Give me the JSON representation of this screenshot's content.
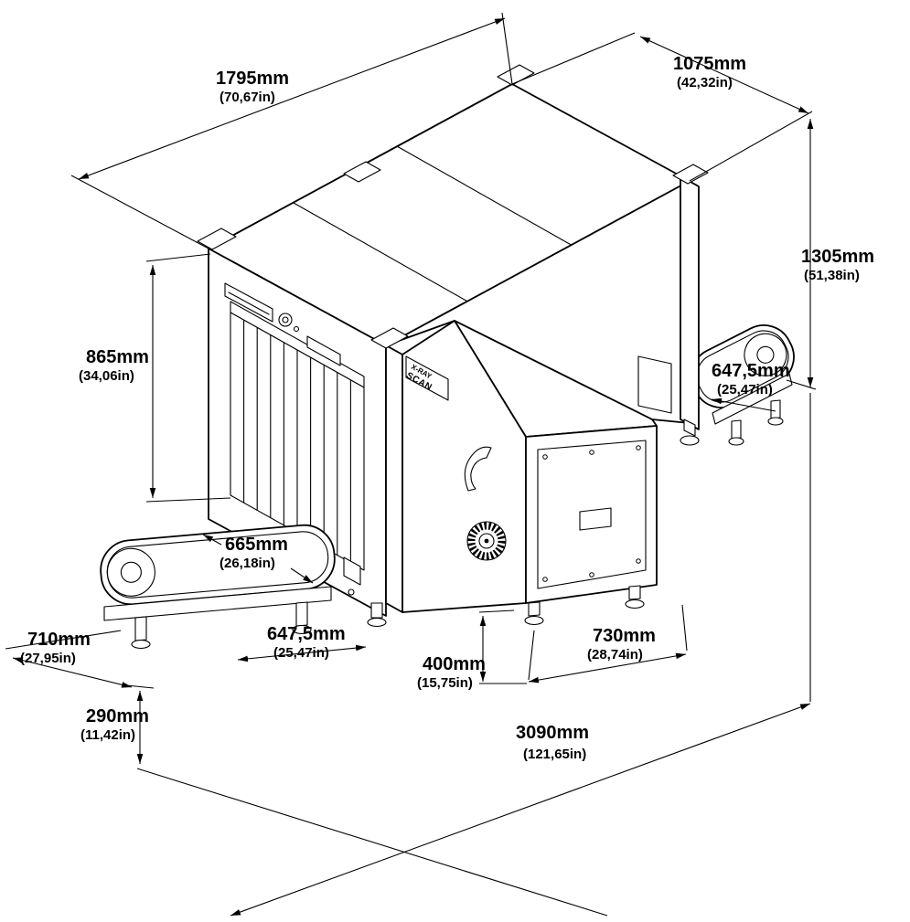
{
  "diagram": {
    "type": "isometric-dimension-drawing",
    "subject": "X-ray baggage scanner dimensional drawing",
    "machine": {
      "label_line1": "X-RAY",
      "label_line2": "SCAN"
    },
    "dimensions": {
      "top_length": {
        "mm": "1795mm",
        "inch": "(70,67in)"
      },
      "top_width": {
        "mm": "1075mm",
        "inch": "(42,32in)"
      },
      "height": {
        "mm": "1305mm",
        "inch": "(51,38in)"
      },
      "opening_height": {
        "mm": "865mm",
        "inch": "(34,06in)"
      },
      "exit_belt_width": {
        "mm": "647,5mm",
        "inch": "(25,47in)"
      },
      "belt_width": {
        "mm": "665mm",
        "inch": "(26,18in)"
      },
      "entry_belt_len": {
        "mm": "647,5mm",
        "inch": "(25,47in)"
      },
      "entry_extension": {
        "mm": "710mm",
        "inch": "(27,95in)"
      },
      "belt_height": {
        "mm": "290mm",
        "inch": "(11,42in)"
      },
      "base_depth": {
        "mm": "400mm",
        "inch": "(15,75in)"
      },
      "cabinet_width": {
        "mm": "730mm",
        "inch": "(28,74in)"
      },
      "overall_length": {
        "mm": "3090mm",
        "inch": "(121,65in)"
      }
    }
  }
}
